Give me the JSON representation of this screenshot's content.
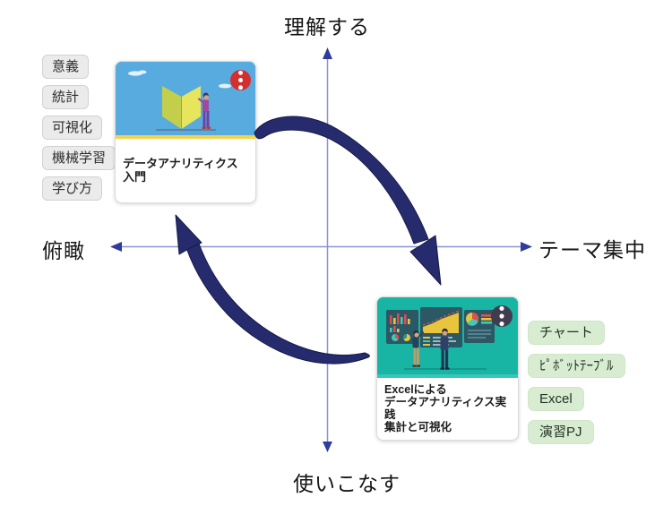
{
  "diagram": {
    "type": "quadrant-cycle",
    "axes": {
      "top_label": "理解する",
      "bottom_label": "使いこなす",
      "left_label": "俯瞰",
      "right_label": "テーマ集中",
      "line_color": "#8b93d1",
      "arrowhead_color": "#2f3c9d"
    },
    "cycle_arrows": {
      "color": "#262b6e",
      "outline_color": "#171a45",
      "description_top": "curved-arrow-from-intro-card-to-excel-card",
      "description_bottom": "curved-arrow-from-excel-card-to-upper-left"
    }
  },
  "card1": {
    "title": "データアナリティクス入門",
    "menu_icon": "kebab-menu-icon",
    "menu_color": "#d42f2f",
    "image_bg": "#58abdf",
    "accent_color": "#f2d44f",
    "illustration": "beginner-mark-with-person",
    "tags": [
      "意義",
      "統計",
      "可視化",
      "機械学習",
      "学び方"
    ]
  },
  "card2": {
    "title_lines": [
      "Excelによる",
      "データアナリティクス実践",
      "集計と可視化"
    ],
    "menu_icon": "kebab-menu-icon",
    "menu_color": "#403b4e",
    "image_bg": "#19b5a4",
    "accent_color": "#35c8ba",
    "illustration": "analytics-dashboard-presentation",
    "tags": [
      "チャート",
      "ﾋﾟﾎﾞｯﾄﾃｰﾌﾞﾙ",
      "Excel",
      "演習PJ"
    ]
  },
  "chip_colors": {
    "gray_bg": "#ebebeb",
    "green_bg": "#d8ecd2"
  }
}
